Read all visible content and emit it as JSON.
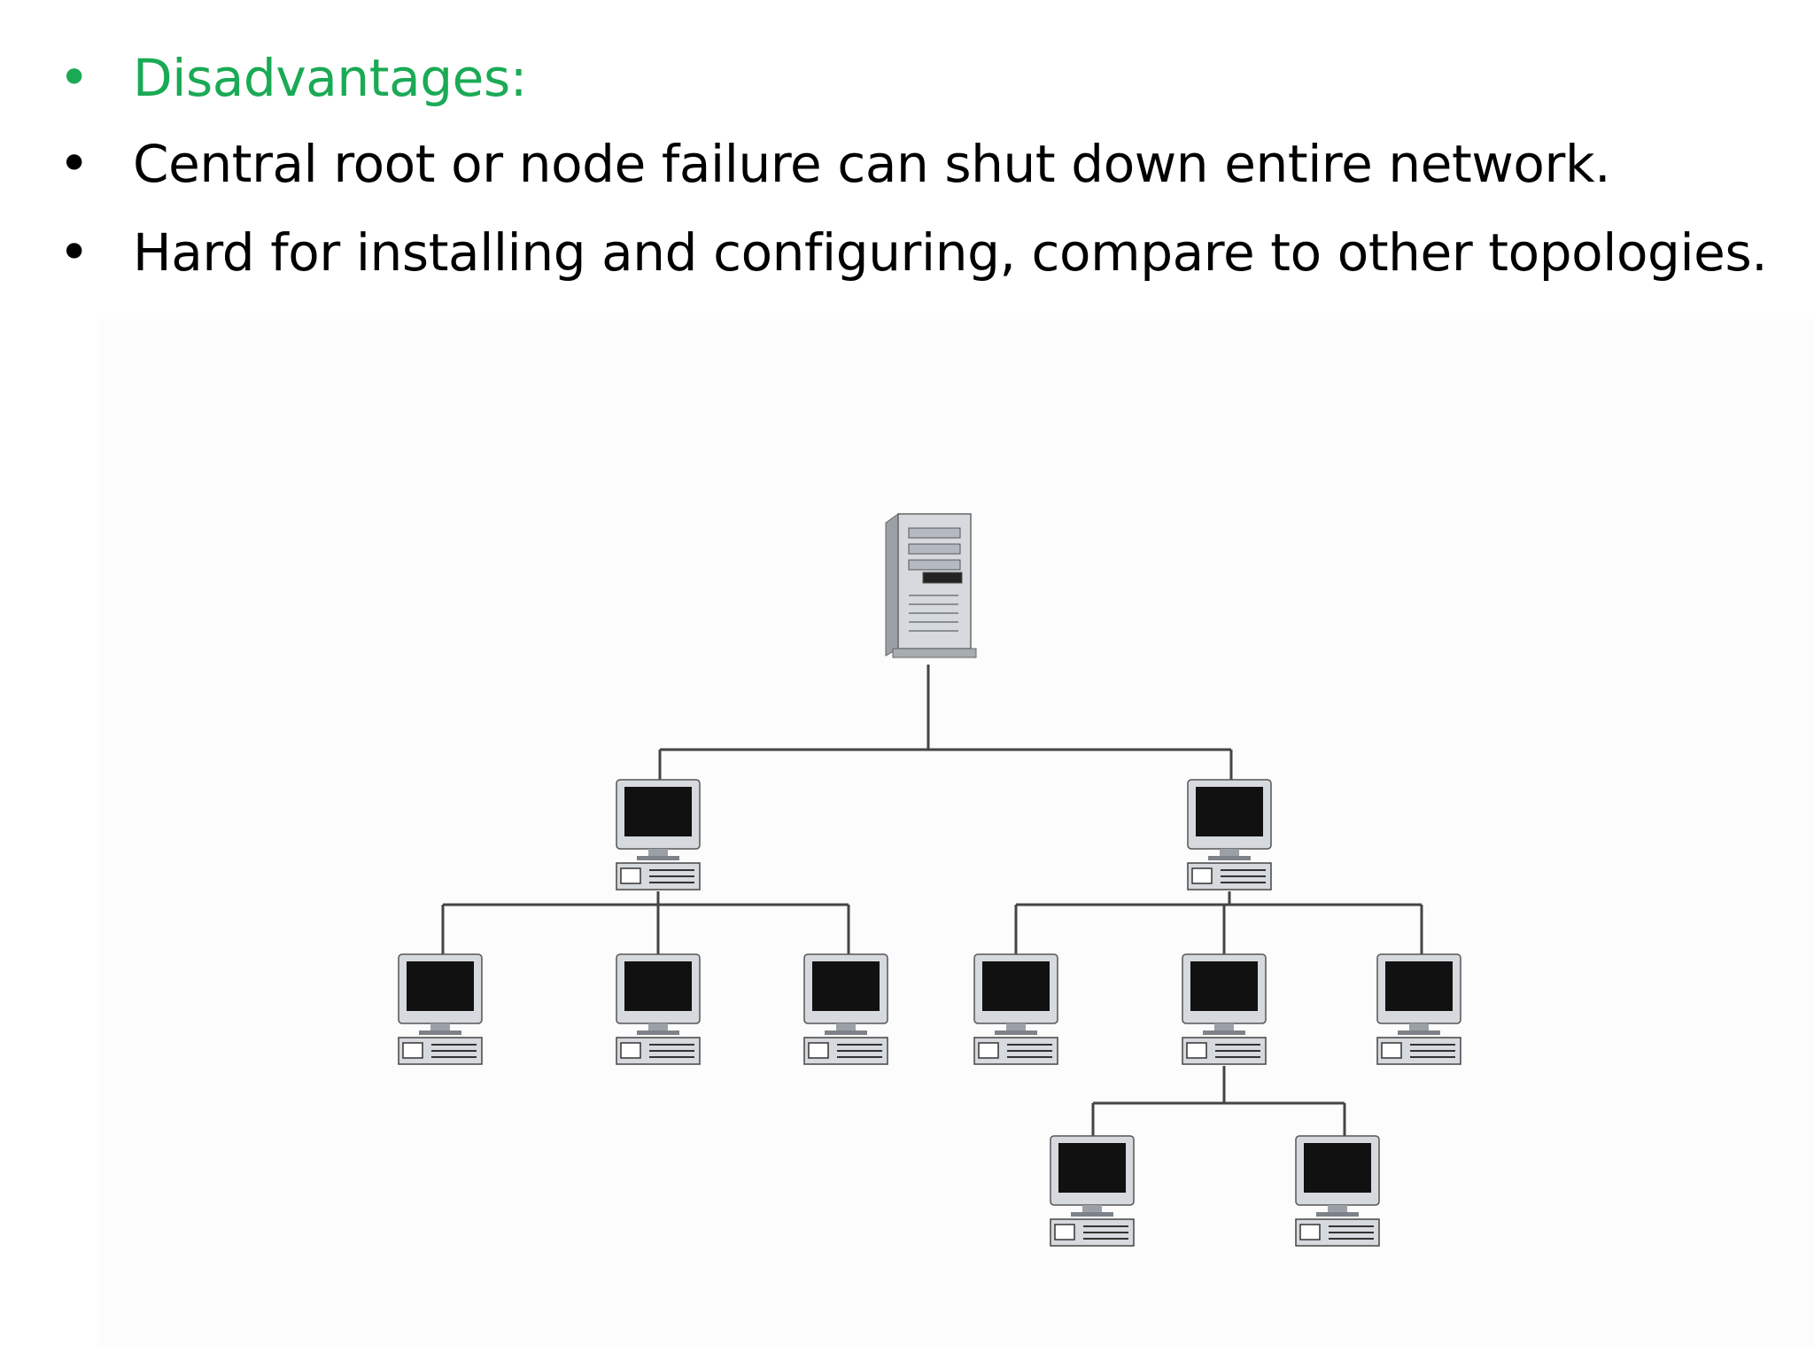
{
  "slide": {
    "bullets": [
      {
        "text": "Disadvantages:",
        "color": "#1aaa55"
      },
      {
        "text": "Central root or node failure can shut down entire network.",
        "color": "#000000"
      },
      {
        "text": "Hard for installing and configuring, compare to other topologies.",
        "color": "#000000"
      }
    ]
  },
  "diagram": {
    "type": "tree-topology",
    "root": {
      "device": "server-tower",
      "icon": "server-icon"
    },
    "nodes": [
      {
        "id": "L1a",
        "device": "workstation",
        "icon": "computer-icon",
        "parent": "root"
      },
      {
        "id": "L1b",
        "device": "workstation",
        "icon": "computer-icon",
        "parent": "root"
      },
      {
        "id": "L2a1",
        "device": "workstation",
        "icon": "computer-icon",
        "parent": "L1a"
      },
      {
        "id": "L2a2",
        "device": "workstation",
        "icon": "computer-icon",
        "parent": "L1a"
      },
      {
        "id": "L2a3",
        "device": "workstation",
        "icon": "computer-icon",
        "parent": "L1a"
      },
      {
        "id": "L2b1",
        "device": "workstation",
        "icon": "computer-icon",
        "parent": "L1b"
      },
      {
        "id": "L2b2",
        "device": "workstation",
        "icon": "computer-icon",
        "parent": "L1b"
      },
      {
        "id": "L2b3",
        "device": "workstation",
        "icon": "computer-icon",
        "parent": "L1b"
      },
      {
        "id": "L3a",
        "device": "workstation",
        "icon": "computer-icon",
        "parent": "L2b2"
      },
      {
        "id": "L3b",
        "device": "workstation",
        "icon": "computer-icon",
        "parent": "L2b2"
      }
    ],
    "colors": {
      "cable": "#444444",
      "screen": "#111111",
      "case": "#d6d9dd"
    }
  }
}
